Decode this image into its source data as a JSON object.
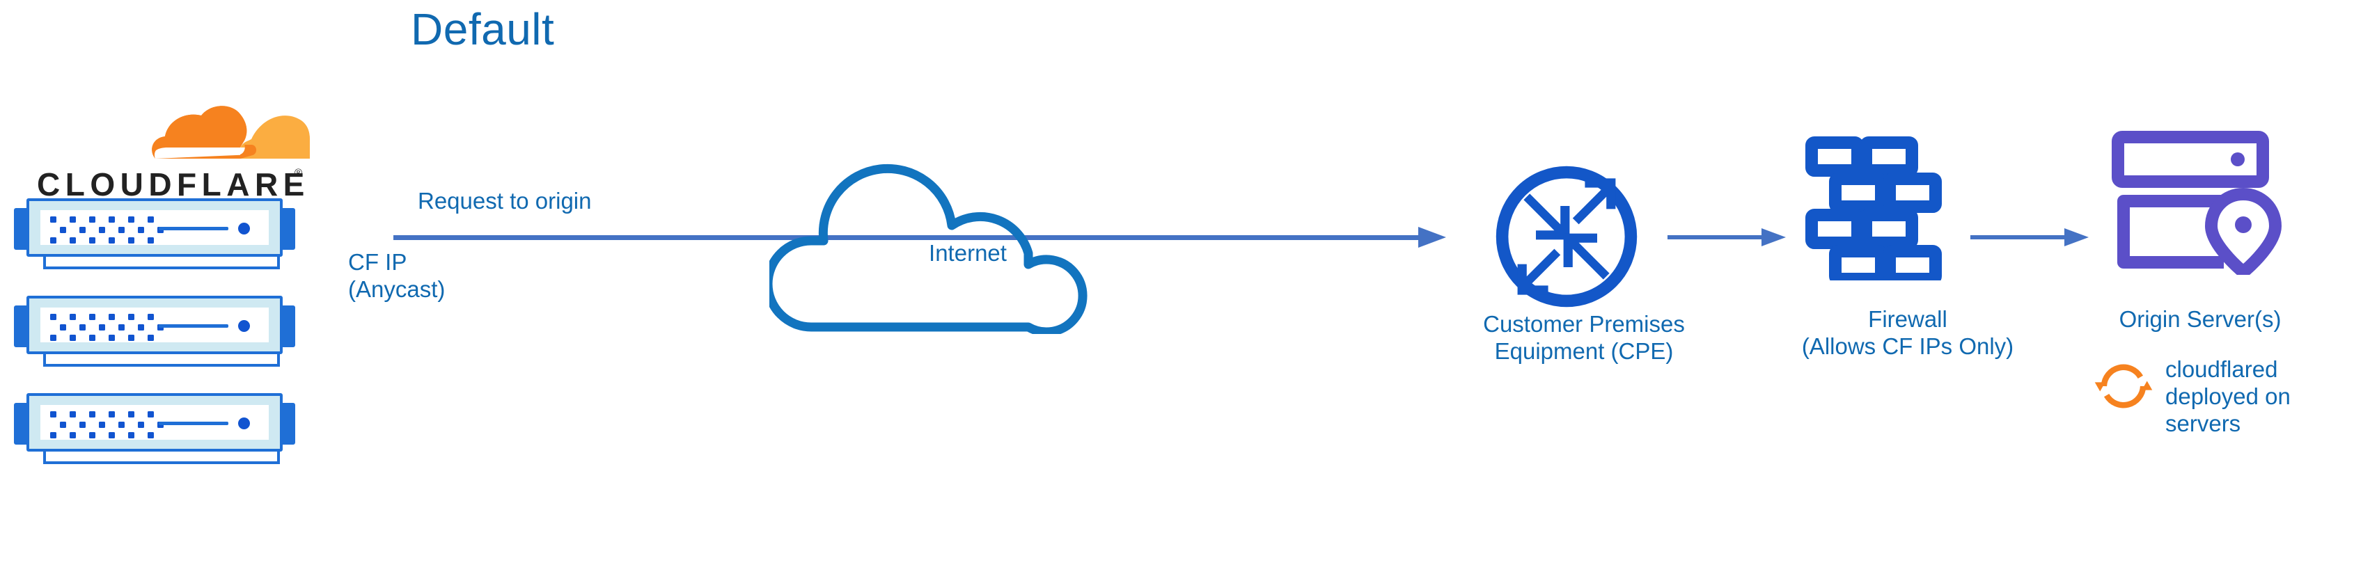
{
  "diagram": {
    "title": "Default",
    "colors": {
      "cf_orange_dark": "#F6821F",
      "cf_orange_light": "#FBAD41",
      "link_blue": "#4472c4",
      "label_blue": "#1069b0",
      "node_blue": "#1154d0",
      "origin_purple": "#5b4fc8",
      "server_fill": "#cfe9f2"
    }
  },
  "brand": {
    "wordmark": "CLOUDFLARE",
    "registered_mark": "®",
    "icon_name": "cloudflare-cloud-logo"
  },
  "edge_nodes": {
    "label_primary": "CF IP",
    "label_secondary": "(Anycast)",
    "count": 3,
    "icon_name": "server-rack-icon"
  },
  "flow": {
    "request_label": "Request to origin",
    "arrows": [
      {
        "name": "edge-to-internet-to-cpe",
        "from": "cloudflare-edge",
        "to": "cpe"
      },
      {
        "name": "cpe-to-firewall",
        "from": "cpe",
        "to": "firewall"
      },
      {
        "name": "firewall-to-origin",
        "from": "firewall",
        "to": "origin"
      }
    ]
  },
  "internet": {
    "label": "Internet",
    "icon_name": "cloud-outline-icon"
  },
  "cpe": {
    "label_line1": "Customer Premises",
    "label_line2": "Equipment (CPE)",
    "icon_name": "router-four-arrows-icon"
  },
  "firewall": {
    "label_line1": "Firewall",
    "label_line2": "(Allows CF IPs Only)",
    "icon_name": "brick-wall-icon"
  },
  "origin": {
    "label": "Origin Server(s)",
    "icon_name": "server-with-location-pin-icon"
  },
  "cloudflared": {
    "note_line1": "cloudflared",
    "note_line2": "deployed on",
    "note_line3": "servers",
    "icon_name": "sync-circular-arrows-icon"
  }
}
